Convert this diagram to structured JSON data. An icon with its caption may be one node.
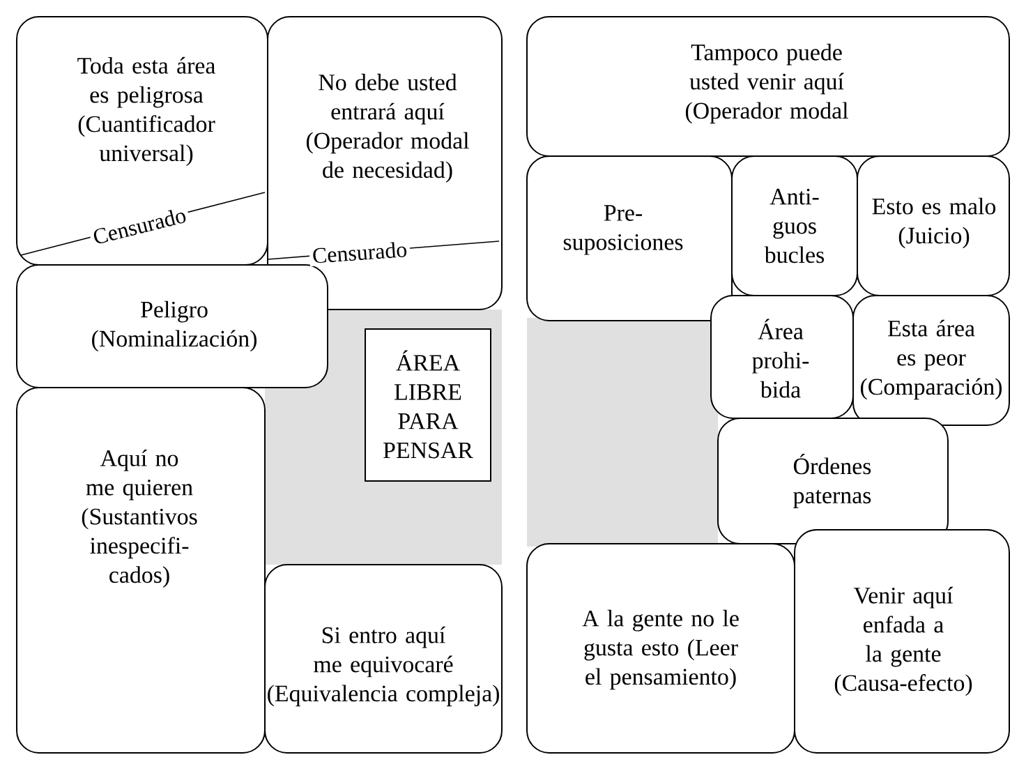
{
  "diagram": {
    "nodes": [
      {
        "text": [
          "Toda esta área es peligrosa (Cuantificador universal)"
        ]
      },
      {
        "text": [
          "No debe usted entrará aquí (Operador modal de necesidad)"
        ]
      },
      {
        "text": [
          "Peligro (Nominalización)"
        ]
      },
      {
        "text": [
          "Aquí no me quieren (Sustantivos inespecifi- cados)"
        ]
      },
      {
        "text": [
          "Si entro aquí me equivocaré (Equivalencia compleja)"
        ]
      },
      {
        "text": [
          "ÁREA LIBRE PARA PENSAR"
        ]
      },
      {
        "text": [
          "Tampoco puede usted venir aquí (Operador modal"
        ]
      },
      {
        "text": [
          "Pre- suposiciones"
        ]
      },
      {
        "text": [
          "Anti- guos bucles"
        ]
      },
      {
        "text": [
          "Esto es malo (Juicio)"
        ]
      },
      {
        "text": [
          "Área prohi- bida"
        ]
      },
      {
        "text": [
          "Esta área es peor (Comparación)"
        ]
      },
      {
        "text": [
          "Órdenes paternas"
        ]
      },
      {
        "text": [
          "A la gente no le gusta esto (Leer el pensamiento)"
        ]
      },
      {
        "text": [
          "Venir aquí enfada a la gente (Causa-efecto)"
        ]
      }
    ],
    "edges": [],
    "labels": [
      "Censurado",
      "Censurado"
    ]
  }
}
